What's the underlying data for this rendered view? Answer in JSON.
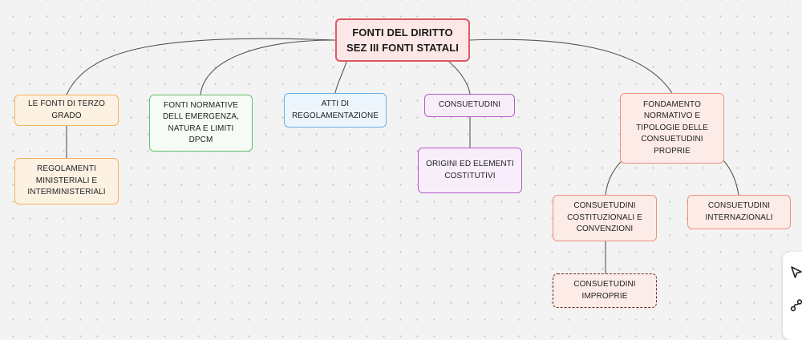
{
  "root": {
    "label": "FONTI DEL DIRITTO\nSEZ III FONTI STATALI"
  },
  "branches": {
    "terzo_grado": "LE FONTI DI TERZO\nGRADO",
    "regolamenti": "REGOLAMENTI\nMINISTERIALI E\nINTERMINISTERIALI",
    "emergenza": "FONTI NORMATIVE\nDELL EMERGENZA,\nNATURA E LIMITI\nDPCM",
    "atti": "ATTI DI\nREGOLAMENTAZIONE",
    "consuetudini": "CONSUETUDINI",
    "origini": "ORIGINI ED ELEMENTI\nCOSTITUTIVI",
    "fondamento": "FONDAMENTO\nNORMATIVO E\nTIPOLOGIE DELLE\nCONSUETUDINI\nPROPRIE",
    "costituzionali": "CONSUETUDINI\nCOSTITUZIONALI E\nCONVENZIONI",
    "internazionali": "CONSUETUDINI\nINTERNAZIONALI",
    "improprie": "CONSUETUDINI\nIMPROPRIE"
  },
  "colors": {
    "root_border": "#dc5a5f",
    "orange": "#f2b25e",
    "green": "#63c06d",
    "blue": "#6aaee6",
    "purple": "#b65cc9",
    "salmon": "#ee8f7f",
    "connector": "#555555"
  },
  "toolbar": {
    "icons": [
      "pointer-icon",
      "connector-icon"
    ]
  }
}
